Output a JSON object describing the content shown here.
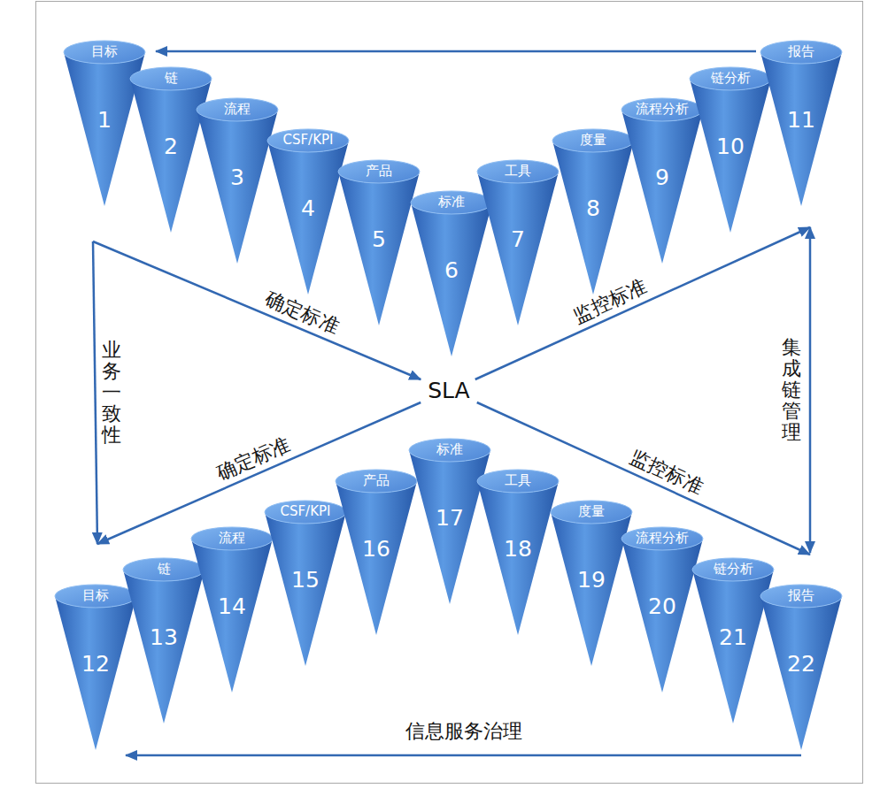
{
  "diagram": {
    "nodes": [
      {
        "text": [
          "目标",
          "1"
        ]
      },
      {
        "text": [
          "链",
          "2"
        ]
      },
      {
        "text": [
          "流程",
          "3"
        ]
      },
      {
        "text": [
          "CSF/KPI",
          "4"
        ]
      },
      {
        "text": [
          "产品",
          "5"
        ]
      },
      {
        "text": [
          "标准",
          "6"
        ]
      },
      {
        "text": [
          "工具",
          "7"
        ]
      },
      {
        "text": [
          "度量",
          "8"
        ]
      },
      {
        "text": [
          "流程分析",
          "9"
        ]
      },
      {
        "text": [
          "链分析",
          "10"
        ]
      },
      {
        "text": [
          "报告",
          "11"
        ]
      },
      {
        "text": [
          "SLA"
        ]
      },
      {
        "text": [
          "目标",
          "12"
        ]
      },
      {
        "text": [
          "链",
          "13"
        ]
      },
      {
        "text": [
          "流程",
          "14"
        ]
      },
      {
        "text": [
          "CSF/KPI",
          "15"
        ]
      },
      {
        "text": [
          "产品",
          "16"
        ]
      },
      {
        "text": [
          "标准",
          "17"
        ]
      },
      {
        "text": [
          "工具",
          "18"
        ]
      },
      {
        "text": [
          "度量",
          "19"
        ]
      },
      {
        "text": [
          "流程分析",
          "20"
        ]
      },
      {
        "text": [
          "链分析",
          "21"
        ]
      },
      {
        "text": [
          "报告",
          "22"
        ]
      }
    ],
    "edges": [
      {
        "from": 10,
        "to": 0,
        "arrow": "to"
      },
      {
        "from": 0,
        "to": 11,
        "label": "确定标准",
        "arrow": "to"
      },
      {
        "from": 11,
        "to": 10,
        "label": "监控标准",
        "arrow": "to"
      },
      {
        "from": 0,
        "to": 12,
        "label": "业务一致性",
        "arrow": "to"
      },
      {
        "from": 10,
        "to": 22,
        "label": "集成链管理",
        "arrow": "both"
      },
      {
        "from": 11,
        "to": 12,
        "label": "确定标准",
        "arrow": "to"
      },
      {
        "from": 11,
        "to": 22,
        "label": "监控标准",
        "arrow": "to"
      },
      {
        "from": 22,
        "to": 12,
        "label": "信息服务治理",
        "arrow": "to"
      }
    ]
  }
}
